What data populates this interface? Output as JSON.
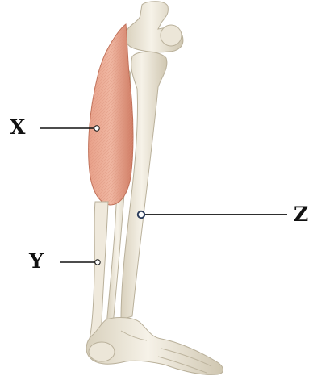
{
  "labels": {
    "x": "X",
    "y": "Y",
    "z": "Z"
  },
  "colors": {
    "bone": "#f1ece0",
    "bone_shadow": "#c9c1ad",
    "muscle": "#e79d85",
    "muscle_dark": "#c8705a",
    "tendon": "#efe9dc",
    "leader": "#111111",
    "marker_z": "#2c3d5c"
  }
}
